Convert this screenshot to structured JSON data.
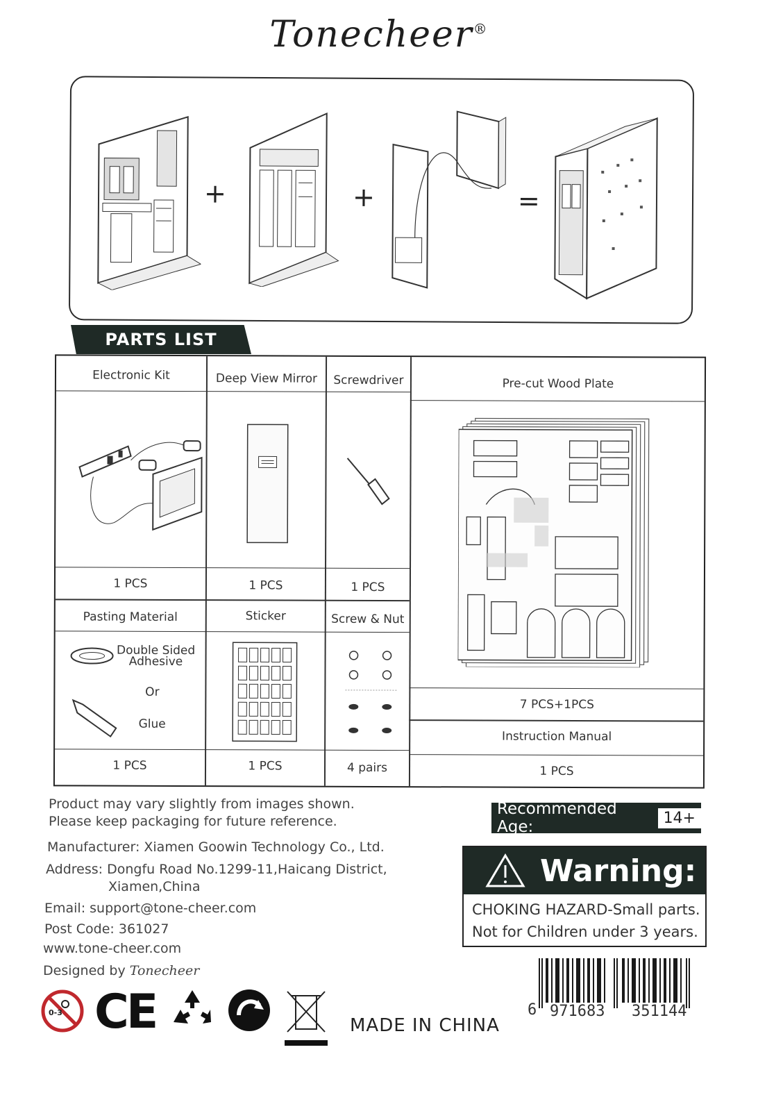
{
  "brand": {
    "name": "Tonecheer",
    "reg_mark": "®"
  },
  "assembly": {
    "operators": [
      "+",
      "+",
      "="
    ]
  },
  "parts_list": {
    "title": "PARTS LIST",
    "top_row": [
      {
        "name": "Electronic Kit",
        "qty": "1 PCS"
      },
      {
        "name": "Deep View Mirror",
        "qty": "1 PCS"
      },
      {
        "name": "Screwdriver",
        "qty": "1 PCS"
      },
      {
        "name": "Pre-cut Wood Plate",
        "qty": "7 PCS+1PCS"
      }
    ],
    "bottom_row": [
      {
        "name": "Pasting Material",
        "qty": "1 PCS",
        "options": [
          "Double Sided",
          "Adhesive",
          "Or",
          "Glue"
        ]
      },
      {
        "name": "Sticker",
        "qty": "1 PCS"
      },
      {
        "name": "Screw & Nut",
        "qty": "4 pairs"
      },
      {
        "name": "Instruction Manual",
        "qty": "1 PCS"
      }
    ]
  },
  "notes": {
    "line1": "Product may vary slightly from images shown.",
    "line2": "Please keep packaging for future reference.",
    "manufacturer": "Manufacturer: Xiamen Goowin Technology Co., Ltd.",
    "address_label": "Address:",
    "address_line1": "Dongfu Road No.1299-11,Haicang District,",
    "address_line2": "Xiamen,China",
    "email": "Email: support@tone-cheer.com",
    "post_code": "Post Code: 361027",
    "website": "www.tone-cheer.com",
    "designed_by": "Designed by",
    "designed_brand": "Tonecheer"
  },
  "age": {
    "label": "Recommended Age:",
    "value": "14+"
  },
  "warning": {
    "title": "Warning:",
    "line1": "CHOKING HAZARD-Small parts.",
    "line2": "Not for Children under 3 years."
  },
  "barcode": {
    "prefix": "6",
    "left_group": "971683",
    "right_group": "351144"
  },
  "symbols": {
    "age_symbol_text": "0-3",
    "ce_mark": "CE"
  },
  "made_in": "MADE IN CHINA"
}
